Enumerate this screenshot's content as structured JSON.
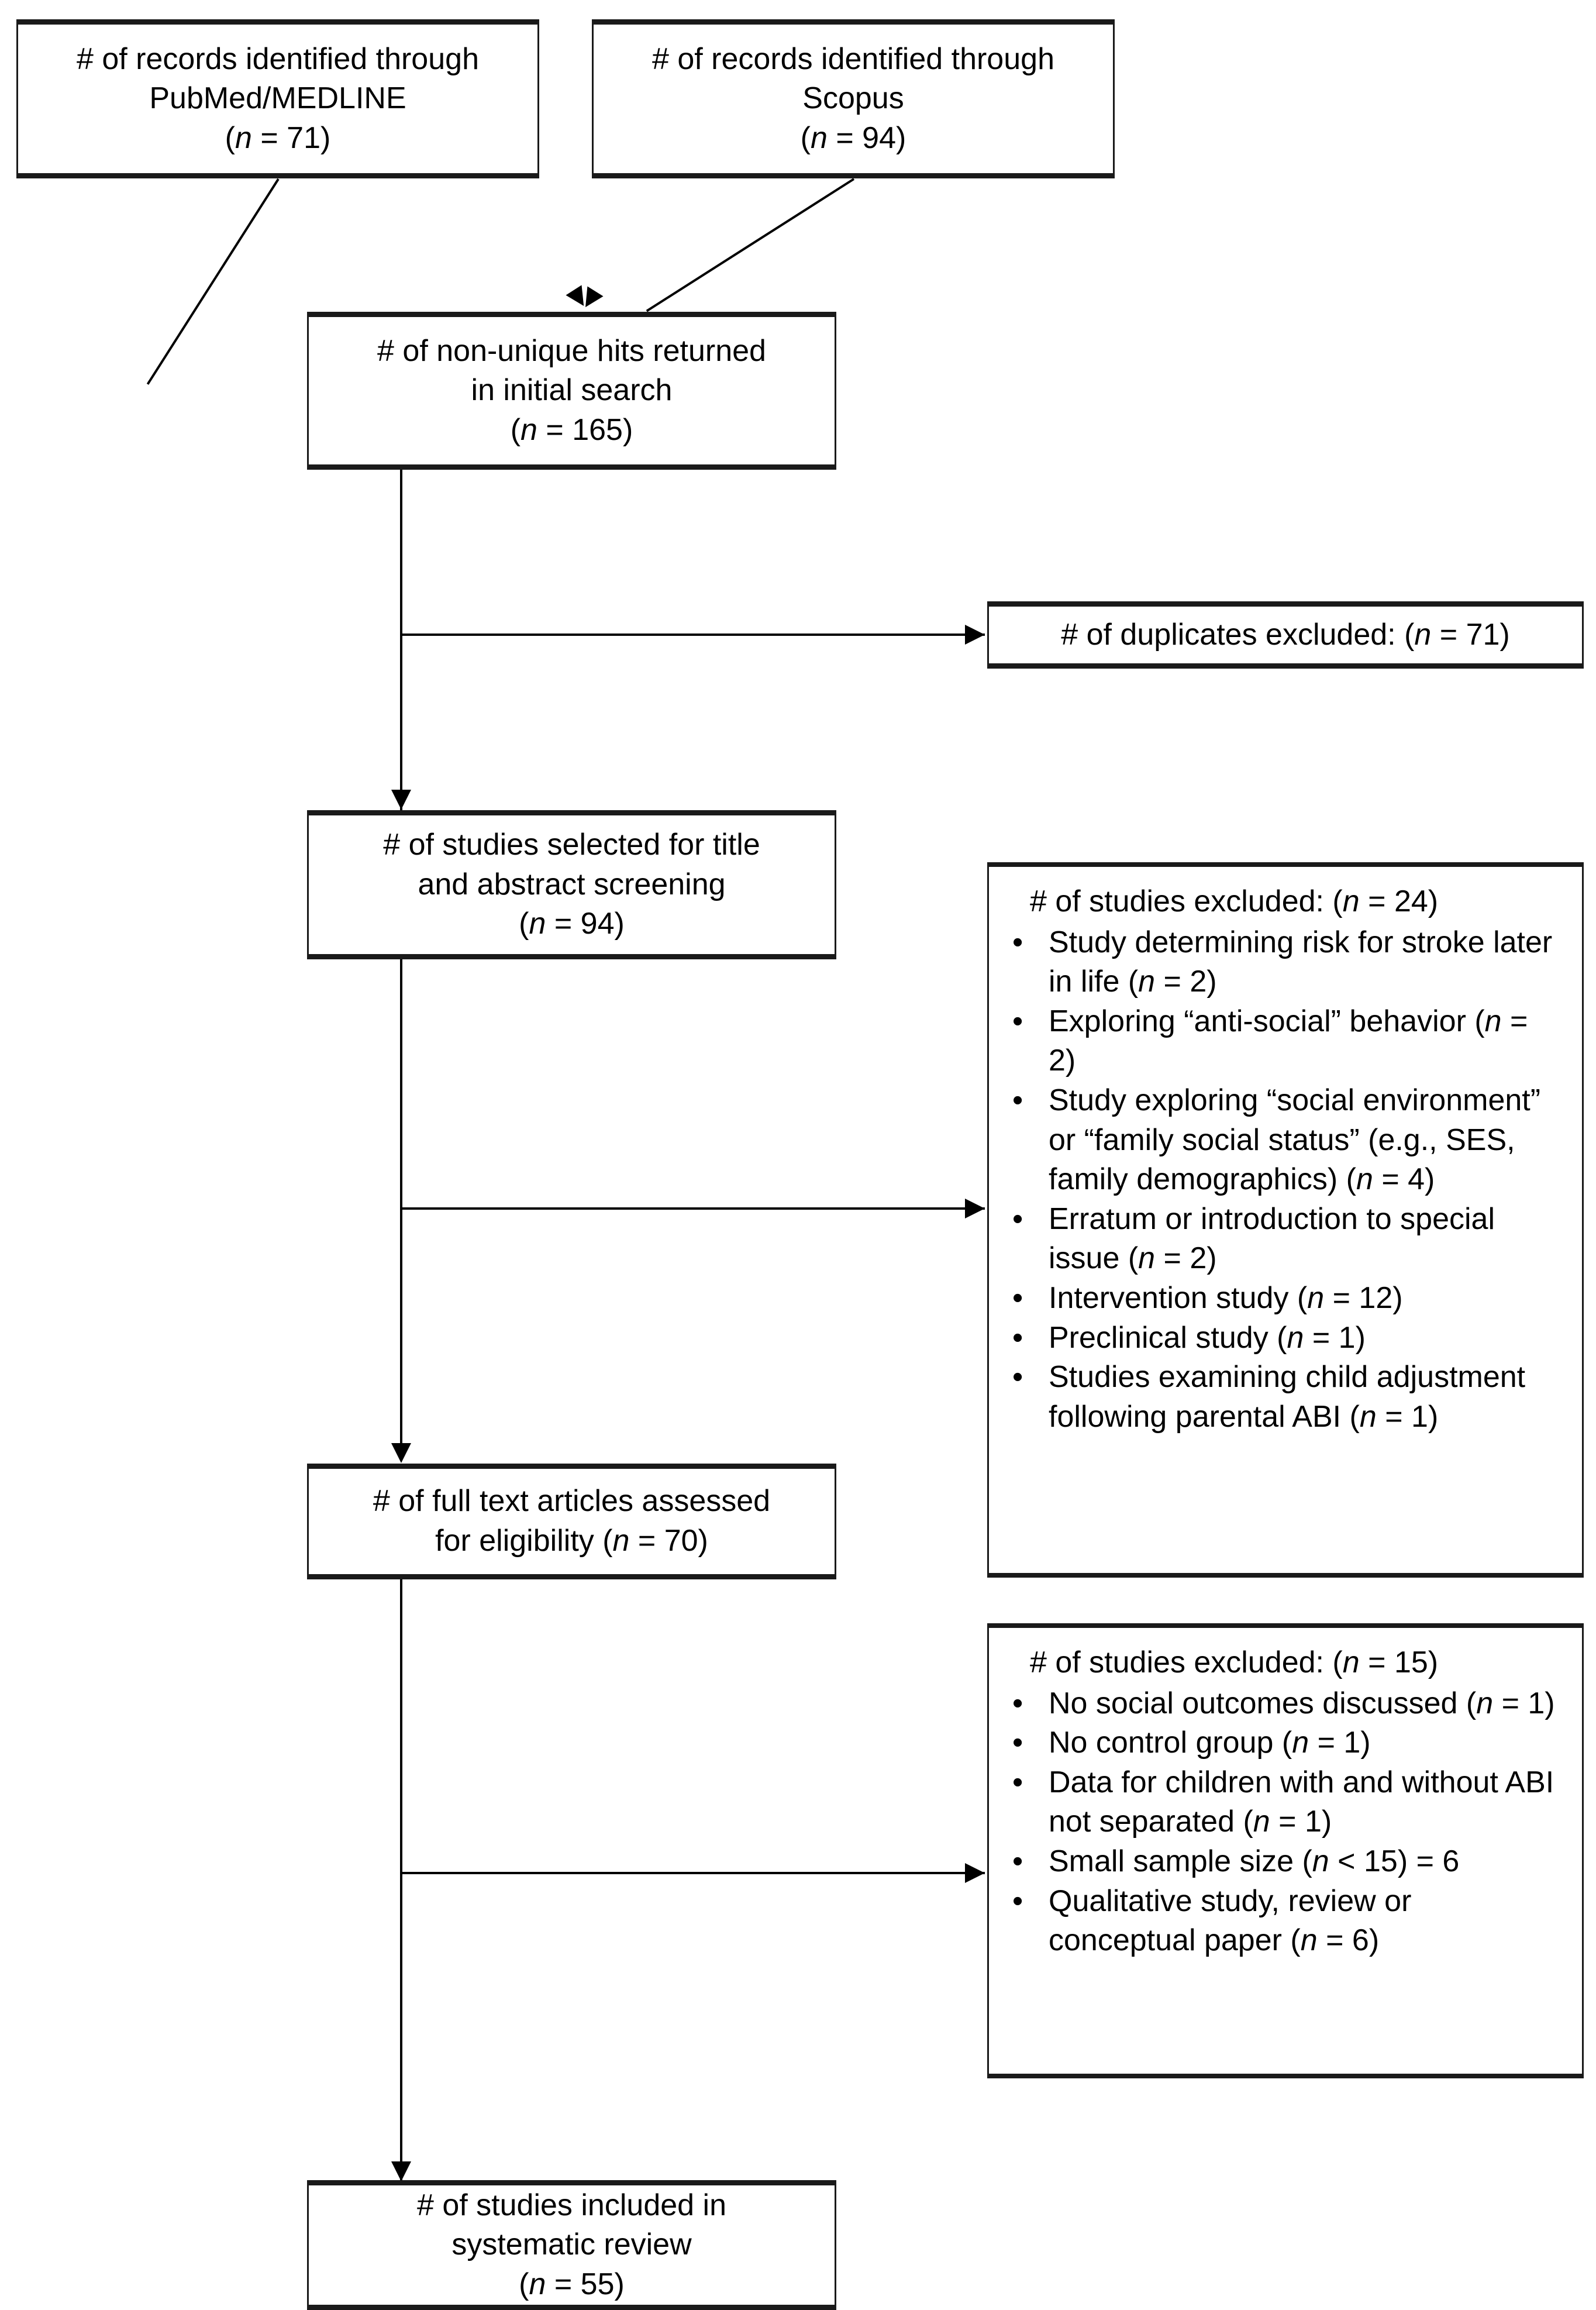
{
  "diagram": {
    "type": "prisma-flow-diagram",
    "nodes": {
      "pubmed": {
        "line1": "# of records identified through",
        "line2": "PubMed/MEDLINE",
        "line3_pre": "(",
        "line3_n": "n",
        "line3_post": " = 71)"
      },
      "scopus": {
        "line1": "# of records identified through",
        "line2": "Scopus",
        "line3_pre": "(",
        "line3_n": "n",
        "line3_post": " = 94)"
      },
      "nonunique": {
        "line1": "# of non-unique hits returned",
        "line2": "in initial search",
        "line3_pre": "(",
        "line3_n": "n",
        "line3_post": " = 165)"
      },
      "duplicates": {
        "line1_pre": "# of duplicates excluded: (",
        "line1_n": "n",
        "line1_post": " = 71)"
      },
      "titleabstract": {
        "line1": "# of studies selected for title",
        "line2": "and abstract screening",
        "line3_pre": "(",
        "line3_n": "n",
        "line3_post": " = 94)"
      },
      "fulltext": {
        "line1": "# of full text articles assessed",
        "line2_pre": "for eligibility (",
        "line2_n": "n",
        "line2_post": " = 70)"
      },
      "included": {
        "line1": "# of studies included in",
        "line2": "systematic review",
        "line3_pre": "(",
        "line3_n": "n",
        "line3_post": " = 55)"
      }
    },
    "exclusions": {
      "screening": {
        "heading_pre": "# of studies excluded: (",
        "heading_n": "n",
        "heading_post": " = 24)",
        "bullet_char": "•",
        "items": [
          {
            "pre": "Study determining risk for stroke later in life (",
            "n": "n",
            "post": " = 2)"
          },
          {
            "pre": "Exploring “anti-social” behavior (",
            "n": "n",
            "post": " = 2)"
          },
          {
            "pre": "Study exploring “social environment” or “family social status” (e.g., SES, family demographics) (",
            "n": "n",
            "post": " = 4)"
          },
          {
            "pre": "Erratum or introduction to special issue (",
            "n": "n",
            "post": " = 2)"
          },
          {
            "pre": "Intervention study (",
            "n": "n",
            "post": " = 12)"
          },
          {
            "pre": "Preclinical study (",
            "n": "n",
            "post": " = 1)"
          },
          {
            "pre": "Studies examining child adjustment following parental ABI (",
            "n": "n",
            "post": " = 1)"
          }
        ]
      },
      "eligibility": {
        "heading_pre": "# of studies excluded: (",
        "heading_n": "n",
        "heading_post": " = 15)",
        "bullet_char": "•",
        "items": [
          {
            "pre": "No social outcomes discussed (",
            "n": "n",
            "post": " = 1)"
          },
          {
            "pre": "No control group (",
            "n": "n",
            "post": " = 1)"
          },
          {
            "pre": "Data for children with and without ABI not separated (",
            "n": "n",
            "post": " = 1)"
          },
          {
            "pre": "Small sample size (",
            "n": "n",
            "post": " < 15) = 6"
          },
          {
            "pre": "Qualitative study, review or conceptual paper (",
            "n": "n",
            "post": " = 6)"
          }
        ]
      }
    },
    "colors": {
      "border": "#1a1a1a",
      "connector": "#000000",
      "background": "#ffffff"
    }
  }
}
